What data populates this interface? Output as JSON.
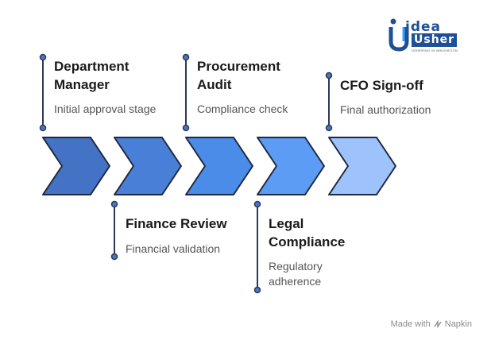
{
  "brand": {
    "logo_top": "idea",
    "logo_bottom": "Usher",
    "tagline": "USHERING IN INNOVATION"
  },
  "stages": [
    {
      "title_lines": [
        "Department",
        "Manager"
      ],
      "desc_lines": [
        "Initial approval stage"
      ],
      "color": "#4472c4"
    },
    {
      "title_lines": [
        "Finance Review"
      ],
      "desc_lines": [
        "Financial validation"
      ],
      "color": "#4a7fd8"
    },
    {
      "title_lines": [
        "Procurement",
        "Audit"
      ],
      "desc_lines": [
        "Compliance check"
      ],
      "color": "#4a8ce8"
    },
    {
      "title_lines": [
        "Legal",
        "Compliance"
      ],
      "desc_lines": [
        "Regulatory",
        "adherence"
      ],
      "color": "#5d9cf5"
    },
    {
      "title_lines": [
        "CFO Sign-off"
      ],
      "desc_lines": [
        "Final authorization"
      ],
      "color": "#9ec2fb"
    }
  ],
  "footer": {
    "made_with": "Made with",
    "brand": "Napkin"
  }
}
